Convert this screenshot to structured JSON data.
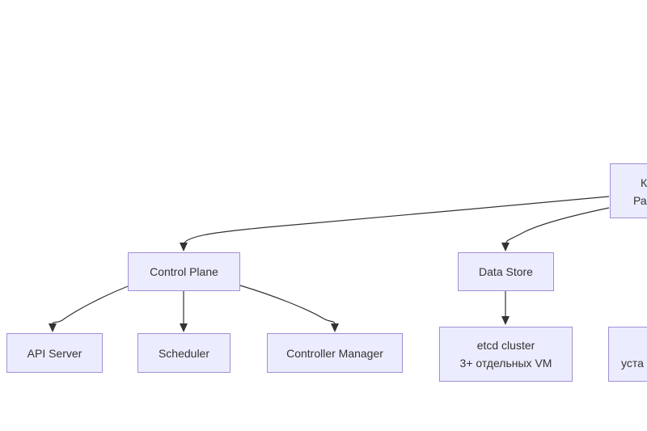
{
  "diagram": {
    "type": "flowchart",
    "nodes": {
      "control_plane": {
        "label": "Control Plane"
      },
      "data_store": {
        "label": "Data Store"
      },
      "api_server": {
        "label": "API Server"
      },
      "scheduler": {
        "label": "Scheduler"
      },
      "controller_manager": {
        "label": "Controller Manager"
      },
      "etcd_cluster": {
        "line1": "etcd cluster",
        "line2": "3+ отдельных VM"
      },
      "top_right_partial": {
        "line1": "К",
        "line2": "Раз"
      },
      "bottom_right_partial": {
        "line1": "уста"
      }
    },
    "edges": [
      {
        "from": "top_right_partial",
        "to": "control_plane"
      },
      {
        "from": "top_right_partial",
        "to": "data_store"
      },
      {
        "from": "control_plane",
        "to": "api_server"
      },
      {
        "from": "control_plane",
        "to": "scheduler"
      },
      {
        "from": "control_plane",
        "to": "controller_manager"
      },
      {
        "from": "data_store",
        "to": "etcd_cluster"
      }
    ],
    "colors": {
      "node_fill": "#ECECFF",
      "node_border": "#9370DB",
      "edge": "#333333",
      "text": "#333333",
      "background": "#FFFFFF"
    }
  }
}
